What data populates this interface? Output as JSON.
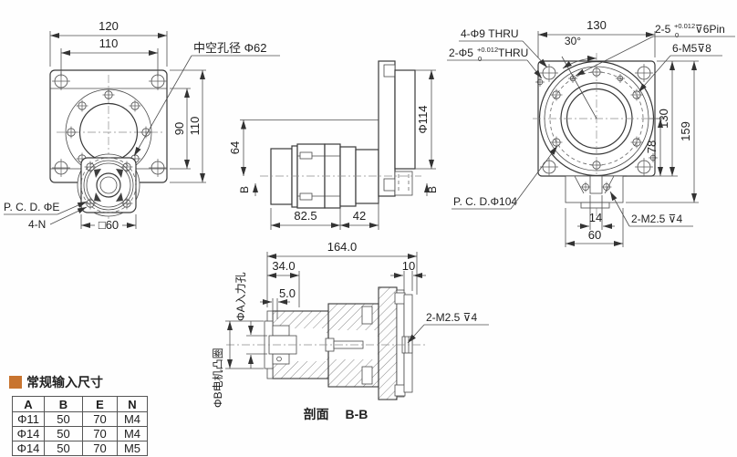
{
  "drawing": {
    "front": {
      "dim_width": "120",
      "dim_hole_spacing": "110",
      "dim_bolt_span": "90",
      "dim_height": "110",
      "callout_bore": "中空孔径 Φ62",
      "callout_pcd": "P. C. D. ΦE",
      "callout_taps": "4-N",
      "dim_square": "□60"
    },
    "side": {
      "dim_offset": "64",
      "dim_flange_dia": "Φ114",
      "dim_body_len": "82.5",
      "dim_front_len": "42",
      "section_marker": "B"
    },
    "back": {
      "dim_width": "130",
      "angle": "30°",
      "callout_corner_holes": "4-Φ9 THRU",
      "callout_pin_thru_prefix": "2-Φ5",
      "callout_pin_thru_suffix": "THRU",
      "tol_upper": "+0.012",
      "tol_lower": "0",
      "callout_pin_blind_prefix": "2-5",
      "callout_pin_blind_suffix": "⊽6Pin",
      "callout_taps": "6-M5⊽8",
      "dim_height": "130",
      "dim_total_height": "159",
      "dim_flange_offset": "78",
      "callout_pcd": "P. C. D.Φ104",
      "dim_slot": "14",
      "dim_tab_width": "60",
      "callout_m25": "2-M2.5 ⊽4"
    },
    "section": {
      "dim_total": "164.0",
      "dim_input_len": "34.0",
      "dim_step": "5.0",
      "dim_plate": "10",
      "label_input_hole": "ΦA入力孔",
      "label_motor_boss": "ΦB电机凸圈",
      "callout_m25": "2-M2.5 ⊽4",
      "caption_zh": "剖面",
      "caption_view": "B-B"
    }
  },
  "table": {
    "title": "常规输入尺寸",
    "accent_color": "#C8742F",
    "headers": [
      "A",
      "B",
      "E",
      "N"
    ],
    "rows": [
      [
        "Φ11",
        "50",
        "70",
        "M4"
      ],
      [
        "Φ14",
        "50",
        "70",
        "M4"
      ],
      [
        "Φ14",
        "50",
        "70",
        "M5"
      ]
    ]
  }
}
